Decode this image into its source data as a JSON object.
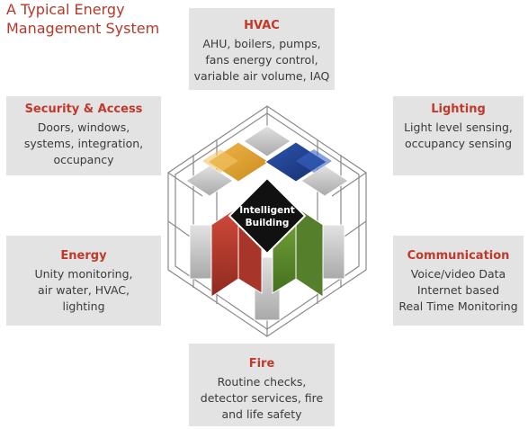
{
  "title": {
    "lines": [
      "A Typical Energy",
      "Management System"
    ]
  },
  "center": {
    "lines": [
      "Intelligent",
      "Building"
    ]
  },
  "blocks": {
    "hvac": {
      "label": "HVAC",
      "lines": [
        "AHU, boilers, pumps,",
        "fans energy control,",
        "variable air volume, IAQ"
      ]
    },
    "security": {
      "label": "Security & Access",
      "lines": [
        "Doors, windows,",
        "systems, integration,",
        "occupancy"
      ]
    },
    "lighting": {
      "label": "Lighting",
      "lines": [
        "Light level sensing,",
        "occupancy sensing"
      ]
    },
    "energy": {
      "label": "Energy",
      "lines": [
        "Unity monitoring,",
        "air water, HVAC,",
        "lighting"
      ]
    },
    "communication": {
      "label": "Communication",
      "lines": [
        "Voice/video Data",
        "Internet based",
        "Real Time Monitoring"
      ]
    },
    "fire": {
      "label": "Fire",
      "lines": [
        "Routine checks,",
        "detector services, fire",
        "and life safety"
      ]
    }
  },
  "colors": {
    "title": "#b8372a",
    "label": "#c0392b",
    "box_background": "#e3e3e3",
    "center_diamond": "#111111",
    "cube_orange": "#e0a231",
    "cube_blue": "#1f3f8f",
    "cube_red": "#b8382c",
    "cube_green": "#5c8a2e",
    "cube_grey": "#c9c9c9"
  }
}
